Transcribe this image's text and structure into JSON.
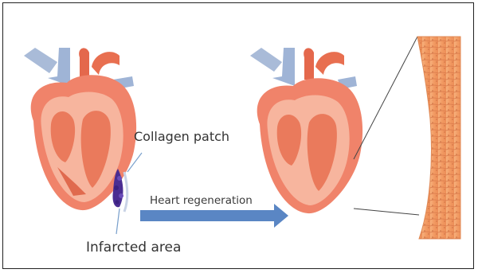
{
  "labels": {
    "collagen_patch": "Collagen patch",
    "heart_regeneration": "Heart regeneration",
    "infarcted_area": "Infarcted area"
  },
  "colors": {
    "heart_red": "#e8745a",
    "heart_light": "#f6b39c",
    "vessel_blue": "#9eb3d4",
    "patch_purple": "#4a2d92",
    "arrow_blue": "#5a86c4",
    "tissue_orange": "#f2a06a"
  }
}
